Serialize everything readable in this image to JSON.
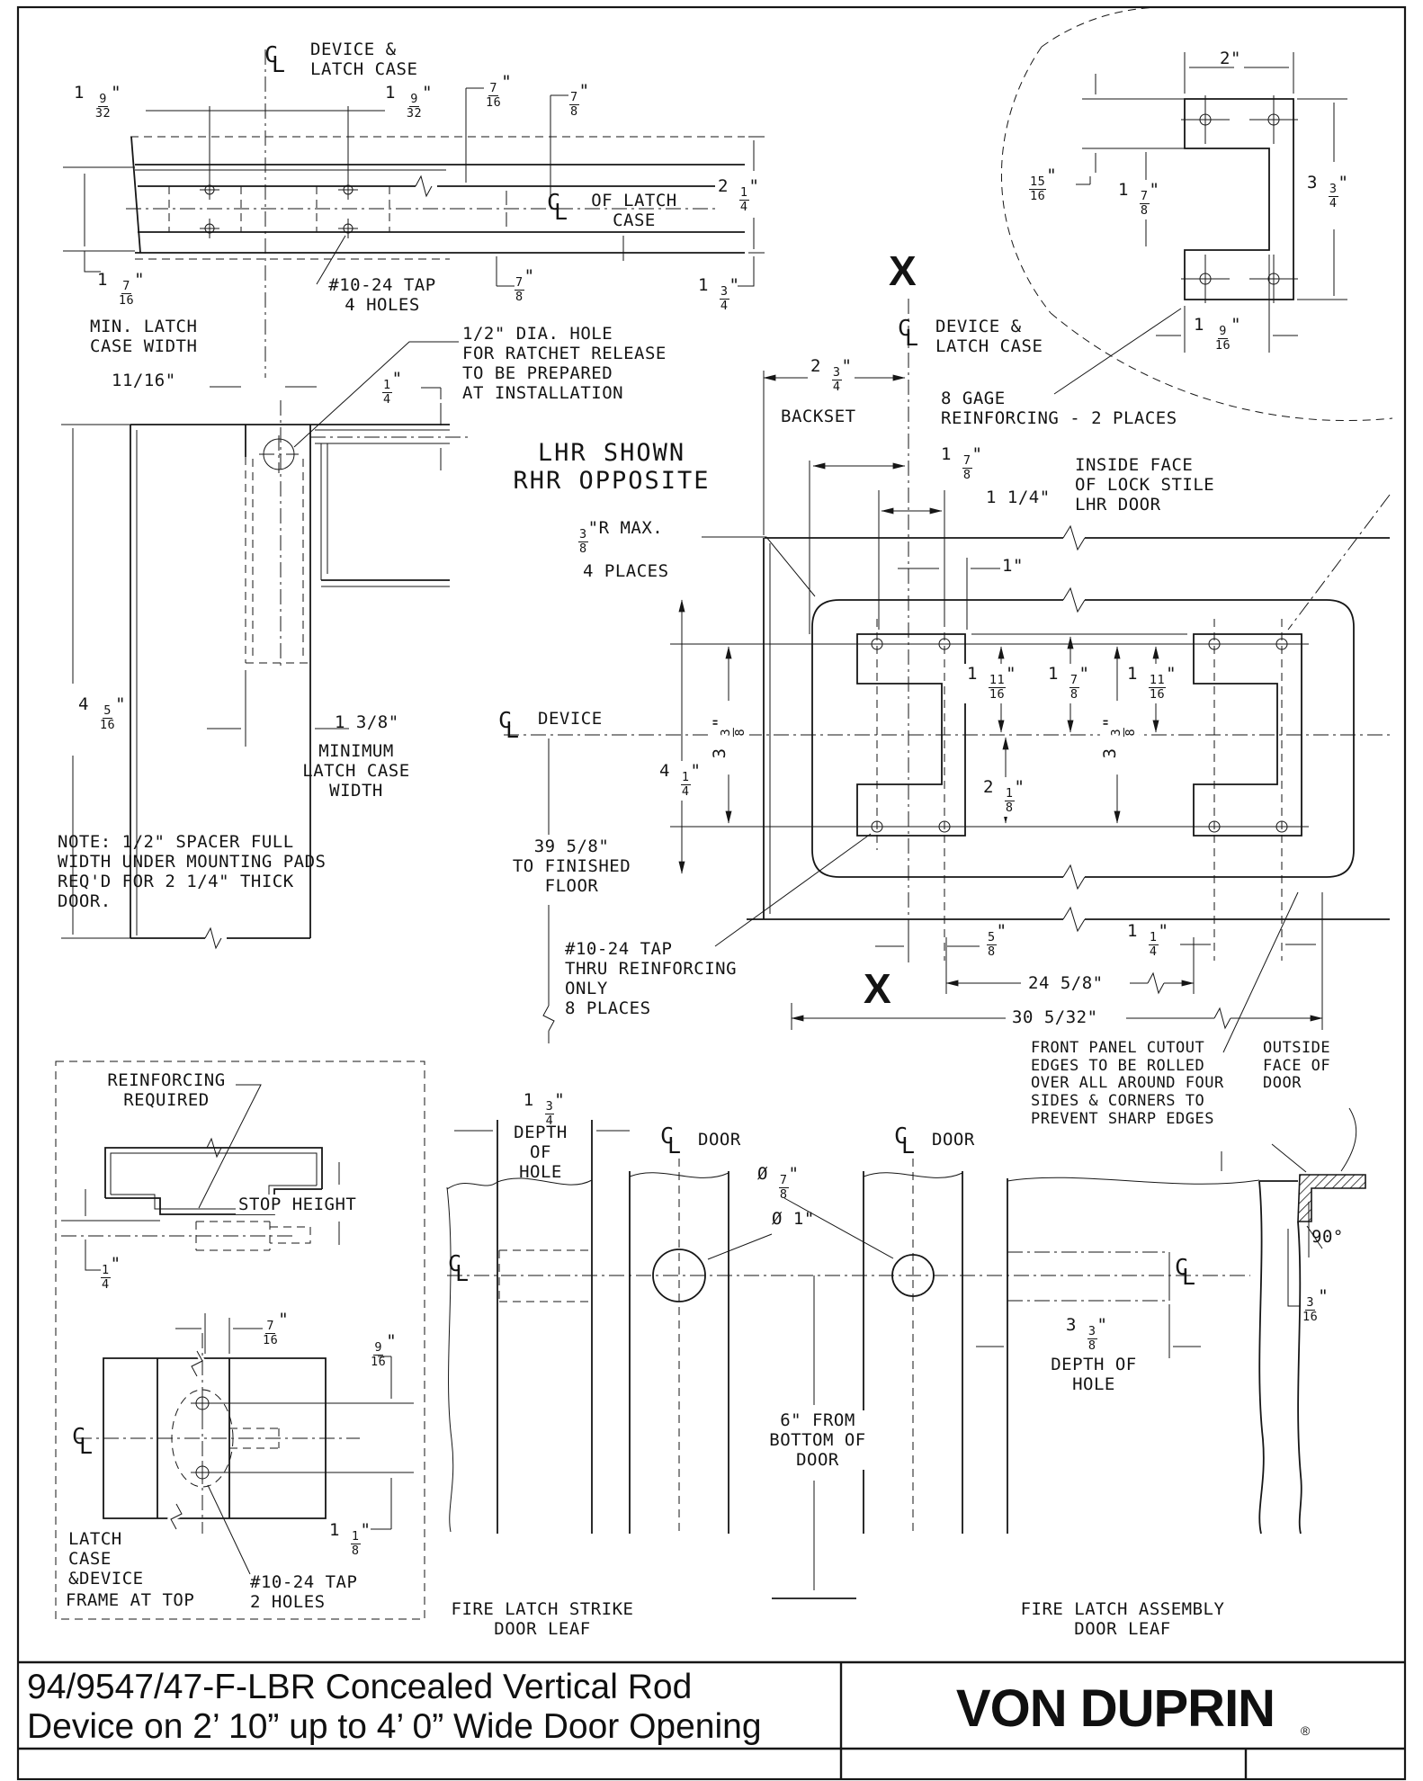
{
  "icons": {
    "centerline_c": "C",
    "centerline_l": "L"
  },
  "top_plan": {
    "cl_device_latch": "DEVICE &\nLATCH CASE",
    "dim_left": "1 9/32\"",
    "dim_right": "1 9/32\"",
    "dim_height": "1 7/16\"",
    "min_latch": "MIN. LATCH\nCASE WIDTH",
    "tap_4holes": "#10-24 TAP\n4 HOLES",
    "dim_716": "7/16\"",
    "dim_78_top": "7/8\"",
    "cl_of_latch": "OF LATCH\nCASE",
    "dim_214": "2 1/4\"",
    "dim_78_bottom": "7/8\"",
    "dim_134": "1 3/4\""
  },
  "detail": {
    "dim_2": "2\"",
    "dim_1516": "15/16\"",
    "dim_178": "1 7/8\"",
    "dim_334": "3 3/4\"",
    "dim_1916": "1 9/16\"",
    "gage_note": "8 GAGE\nREINFORCING - 2 PLACES"
  },
  "section": {
    "dim_1116": "11/16\"",
    "dim_14": "1/4\"",
    "ratchet_note": "1/2\" DIA. HOLE\nFOR RATCHET RELEASE\nTO BE PREPARED\nAT INSTALLATION",
    "handing": "LHR SHOWN\nRHR OPPOSITE",
    "dim_4516": "4 5/16\"",
    "dim_138": "1 3/8\"",
    "minimum": "MINIMUM\nLATCH CASE\nWIDTH",
    "note": "NOTE: 1/2\" SPACER FULL\nWIDTH UNDER MOUNTING PADS\nREQ'D FOR 2 1/4\" THICK\nDOOR."
  },
  "stile": {
    "x_top": "X",
    "x_bottom": "X",
    "cl_device_latch": "DEVICE &\nLATCH CASE",
    "dim_234": "2 3/4\"",
    "backset": "BACKSET",
    "dim_178": "1 7/8\"",
    "dim_114_top": "1 1/4\"",
    "dim_1": "1\"",
    "radius_note": "3/8\"R MAX.",
    "radius_places": "4 PLACES",
    "inside_face": "INSIDE FACE\nOF LOCK STILE\nLHR DOOR",
    "dim_338_left": "3 3/8\"",
    "dim_414": "4 1/4\"",
    "cl_device": "DEVICE",
    "floor_note": "39 5/8\"\nTO FINISHED\nFLOOR",
    "dim_11116_a": "1 11/16\"",
    "dim_178_right": "1 7/8\"",
    "dim_11116_b": "1 11/16\"",
    "dim_338_right": "3 3/8\"",
    "dim_218": "2 1/8\"",
    "tap_8places": "#10-24 TAP\nTHRU REINFORCING\nONLY\n8 PLACES",
    "dim_58": "5/8\"",
    "dim_114_bottom": "1 1/4\"",
    "dim_2458": "24 5/8\"",
    "dim_30532": "30 5/32\"",
    "front_panel_note": "FRONT PANEL CUTOUT\nEDGES TO BE ROLLED\nOVER ALL AROUND FOUR\nSIDES & CORNERS TO\nPREVENT SHARP EDGES",
    "outside_face": "OUTSIDE\nFACE OF\nDOOR"
  },
  "frame_box": {
    "reinforcing": "REINFORCING\nREQUIRED",
    "stop_height": "STOP HEIGHT",
    "dim_14": "1/4\"",
    "dim_716": "7/16\"",
    "dim_916": "9/16\"",
    "dim_118": "1 1/8\"",
    "latch_case_device": "LATCH\n CASE\n&DEVICE",
    "frame_at_top": "FRAME AT TOP",
    "tap_2holes": "#10-24 TAP\n2 HOLES"
  },
  "door_leaves": {
    "dim_134": "1 3/4\"",
    "depth_of_hole_a": "DEPTH\nOF\nHOLE",
    "cl_door_1": "DOOR",
    "cl_door_2": "DOOR",
    "dia_78": "Ø 7/8\"",
    "dia_1": "Ø 1\"",
    "from_bottom": "6\" FROM\nBOTTOM OF\nDOOR",
    "strike_leaf": "FIRE LATCH STRIKE\nDOOR LEAF",
    "assembly_leaf": "FIRE LATCH ASSEMBLY\nDOOR LEAF",
    "dim_338": "3 3/8\"",
    "depth_of_hole_b": "DEPTH OF\nHOLE",
    "deg_90": "90°",
    "dim_316": "3/16\""
  },
  "title_block": {
    "line1": "94/9547/47-F-LBR Concealed Vertical Rod",
    "line2": "Device on 2’ 10” up to 4’ 0” Wide Door Opening",
    "brand": "VON DUPRIN",
    "reg": "®"
  }
}
